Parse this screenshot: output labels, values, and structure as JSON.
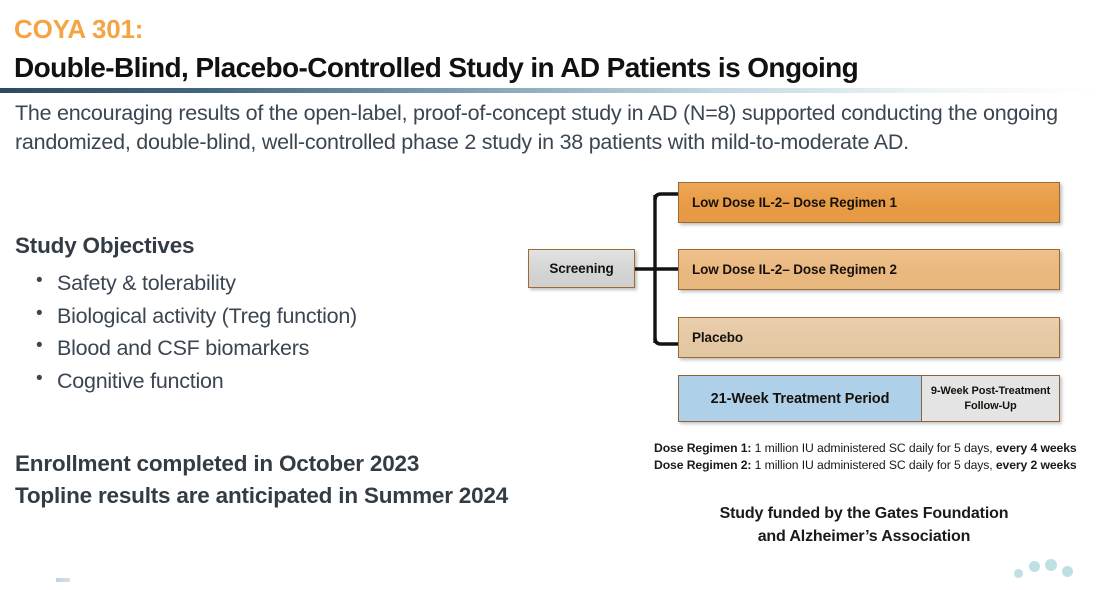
{
  "header": {
    "eyebrow": "COYA 301:",
    "headline": "Double-Blind, Placebo-Controlled Study in AD Patients is Ongoing",
    "eyebrow_color": "#F5A443",
    "rule_color": "#2e4a63"
  },
  "intro": {
    "paragraph": "The encouraging results of the open-label, proof-of-concept study in AD (N=8) supported conducting the ongoing randomized, double-blind, well-controlled phase 2 study in 38 patients with mild-to-moderate AD."
  },
  "objectives": {
    "title": "Study Objectives",
    "items": [
      "Safety & tolerability",
      "Biological activity (Treg function)",
      "Blood and CSF biomarkers",
      "Cognitive function"
    ]
  },
  "statements": [
    "Enrollment completed in October 2023",
    "Topline results are anticipated in Summer 2024"
  ],
  "diagram": {
    "screening_label": "Screening",
    "arms": [
      {
        "label": "Low Dose IL-2– Dose Regimen 1",
        "color": "#e89b44"
      },
      {
        "label": "Low Dose IL-2– Dose Regimen 2",
        "color": "#eab87f"
      },
      {
        "label": "Placebo",
        "color": "#e5c8a4"
      }
    ],
    "timeline": {
      "treatment_label": "21-Week Treatment Period",
      "treatment_color": "#aed0e8",
      "followup_line1": "9-Week  Post-Treatment",
      "followup_line2": "Follow-Up",
      "followup_color": "#e4e4e4"
    },
    "footnotes": [
      {
        "lead": "Dose Regimen 1:",
        "body": " 1 million IU administered SC daily for 5 days, ",
        "emphasis": "every 4 weeks"
      },
      {
        "lead": "Dose Regimen 2:",
        "body": " 1 million IU administered SC daily for 5 days, ",
        "emphasis": "every 2 weeks"
      }
    ],
    "funding_line1": "Study funded by the Gates Foundation",
    "funding_line2": "and Alzheimer’s Association"
  }
}
